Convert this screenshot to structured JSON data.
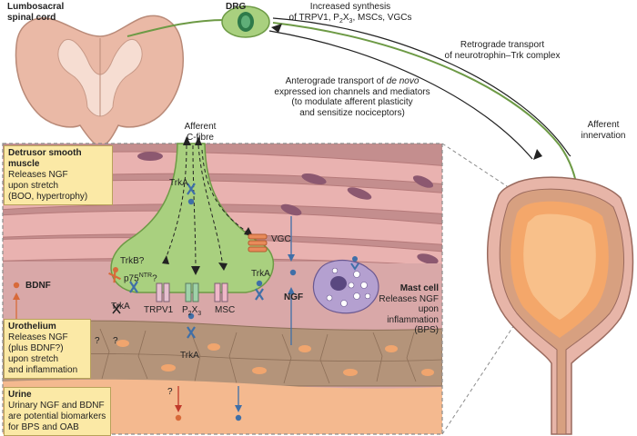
{
  "labels": {
    "spinal_cord": [
      "Lumbosacral",
      "spinal cord"
    ],
    "drg": "DRG",
    "increased_synthesis": [
      "Increased synthesis",
      "of TRPV1, P",
      "2",
      "X",
      "3",
      ", MSCs, VGCs"
    ],
    "retrograde": [
      "Retrograde transport",
      "of neurotrophin–Trk complex"
    ],
    "anterograde": [
      "Anterograde transport of ",
      "de novo",
      "expressed ion channels and mediators",
      "(to modulate afferent plasticity",
      "and sensitize nociceptors)"
    ],
    "afferent_cfibre": [
      "Afferent",
      "C-fibre"
    ],
    "afferent_innervation": [
      "Afferent",
      "innervation"
    ],
    "trka": "TrkA",
    "trkb": "TrkB?",
    "p75": "p75",
    "p75_sup": "NTR",
    "p75_q": "?",
    "vgc": "VGC",
    "trpv1": "TRPV1",
    "p2x3": [
      "P",
      "2",
      "X",
      "3"
    ],
    "msc": "MSC",
    "ngf": "NGF",
    "bdnf": "BDNF",
    "mast_cell": [
      "Mast cell",
      "Releases NGF",
      "upon",
      "inflammation",
      "(BPS)"
    ],
    "question": "?"
  },
  "boxes": {
    "detrusor": {
      "title": [
        "Detrusor smooth",
        "muscle"
      ],
      "lines": [
        "Releases NGF",
        "upon stretch",
        "(BOO, hypertrophy)"
      ]
    },
    "urothelium": {
      "title": [
        "Urothelium"
      ],
      "lines": [
        "Releases NGF",
        "(plus BDNF?)",
        "upon stretch",
        "and inflammation"
      ]
    },
    "urine": {
      "title": [
        "Urine"
      ],
      "lines": [
        "Urinary NGF and BDNF",
        "are potential biomarkers",
        "for BPS and OAB"
      ]
    }
  },
  "colors": {
    "nerve_green": "#8fc06a",
    "muscle": "#e9b2b0",
    "urothelium": "#b4947a",
    "urine": "#f4b98f",
    "highlight_box": "#fbe9a6",
    "ngf_dot": "#3f6fa8",
    "bdnf_dot": "#d86a3a"
  }
}
